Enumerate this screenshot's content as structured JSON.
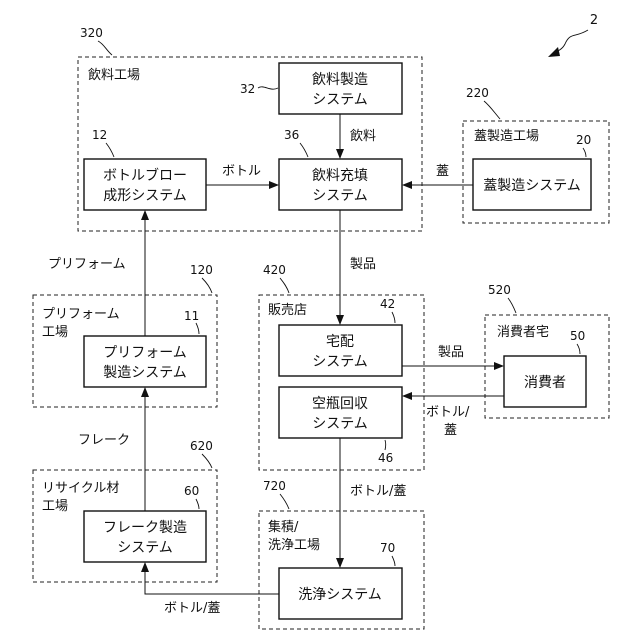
{
  "figure_ref": "2",
  "regions": {
    "beverage_factory": {
      "ref": "320",
      "label": "飲料工場"
    },
    "cap_factory": {
      "ref": "220",
      "label": "蓋製造工場"
    },
    "preform_factory": {
      "ref": "120",
      "label_line1": "プリフォーム",
      "label_line2": "工場"
    },
    "store": {
      "ref": "420",
      "label": "販売店"
    },
    "consumer_home": {
      "ref": "520",
      "label": "消費者宅"
    },
    "recycling_factory": {
      "ref": "620",
      "label_line1": "リサイクル材",
      "label_line2": "工場"
    },
    "cleaning_factory": {
      "ref": "720",
      "label_line1": "集積/",
      "label_line2": "洗浄工場"
    }
  },
  "boxes": {
    "beverage_production": {
      "ref": "32",
      "line1": "飲料製造",
      "line2": "システム"
    },
    "filling": {
      "ref": "36",
      "line1": "飲料充填",
      "line2": "システム"
    },
    "bottle_blow": {
      "ref": "12",
      "line1": "ボトルブロー",
      "line2": "成形システム"
    },
    "cap_production": {
      "ref": "20",
      "line1": "蓋製造システム"
    },
    "preform_production": {
      "ref": "11",
      "line1": "プリフォーム",
      "line2": "製造システム"
    },
    "delivery": {
      "ref": "42",
      "line1": "宅配",
      "line2": "システム"
    },
    "collection": {
      "ref": "46",
      "line1": "空瓶回収",
      "line2": "システム"
    },
    "consumer": {
      "ref": "50",
      "line1": "消費者"
    },
    "flake_production": {
      "ref": "60",
      "line1": "フレーク製造",
      "line2": "システム"
    },
    "washing": {
      "ref": "70",
      "line1": "洗浄システム"
    }
  },
  "flows": {
    "beverage": "飲料",
    "bottle": "ボトル",
    "cap": "蓋",
    "preform": "プリフォーム",
    "product_to_store": "製品",
    "product_to_consumer": "製品",
    "return_line1": "ボトル/",
    "return_line2": "蓋",
    "flake": "フレーク",
    "store_to_cleaning": "ボトル/蓋",
    "cleaning_to_recycling": "ボトル/蓋"
  }
}
